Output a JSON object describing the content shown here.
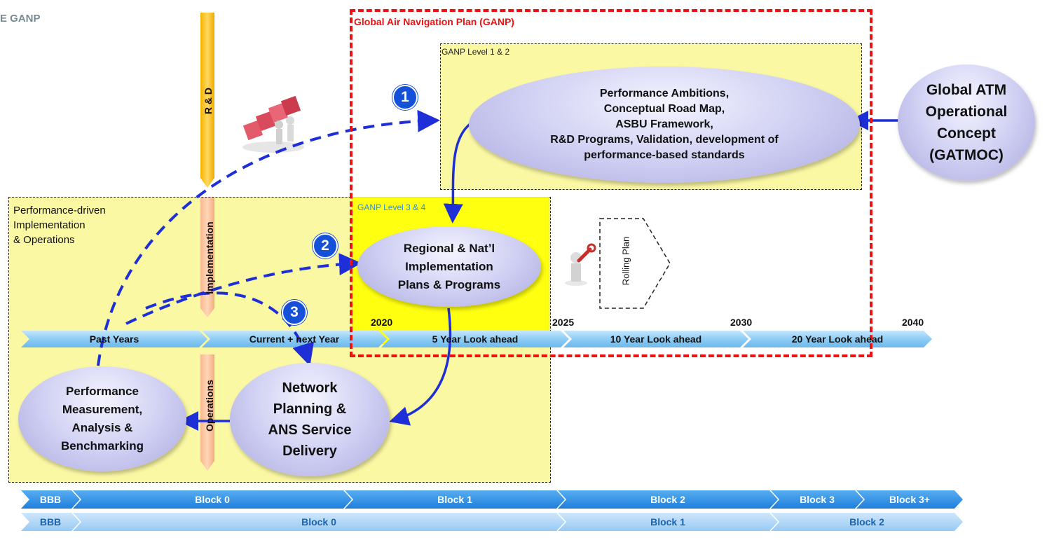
{
  "header": {
    "corner_title": "E GANP"
  },
  "ganp": {
    "title": "Global Air Navigation Plan (GANP)",
    "level12_label": "GANP Level 1 & 2",
    "level34_label": "GANP Level 3 & 4",
    "performance_box_lines": [
      "Performance-driven",
      "Implementation",
      "& Operations"
    ]
  },
  "nodes": {
    "ambitions": [
      "Performance Ambitions,",
      "Conceptual Road Map,",
      "ASBU Framework,",
      "R&D Programs, Validation, development of",
      "performance-based standards"
    ],
    "gatmoc": [
      "Global ATM",
      "Operational",
      "Concept",
      "(GATMOC)"
    ],
    "regional": [
      "Regional & Nat’l",
      "Implementation",
      "Plans & Programs"
    ],
    "network": [
      "Network",
      "Planning &",
      "ANS Service",
      "Delivery"
    ],
    "measurement": [
      "Performance",
      "Measurement,",
      "Analysis &",
      "Benchmarking"
    ]
  },
  "vertical_labels": {
    "rd": "R & D",
    "implementation": "Implementation",
    "operations": "Operations",
    "rolling_plan": "Rolling Plan"
  },
  "step_numbers": [
    "1",
    "2",
    "3"
  ],
  "timeline": {
    "years": [
      "2020",
      "2025",
      "2030",
      "2040"
    ],
    "segments": [
      "Past Years",
      "Current + next Year",
      "5 Year Look ahead",
      "10 Year Look ahead",
      "20 Year Look ahead"
    ]
  },
  "blocks_upper": [
    "BBB",
    "Block 0",
    "Block 1",
    "Block 2",
    "Block 3",
    "Block 3+"
  ],
  "blocks_lower": [
    "BBB",
    "Block 0",
    "Block 1",
    "Block 2"
  ],
  "colors": {
    "ganp_border": "#ee1111",
    "level_box": "#fbf8a4",
    "level34_box": "#ffff10",
    "flow_arrows": "#1f2fd8",
    "step_circle": "#1450d8",
    "timeline": "#88c8f2",
    "block_row_upper": "#2f8ee6",
    "block_row_lower": "#a8d2f6"
  }
}
